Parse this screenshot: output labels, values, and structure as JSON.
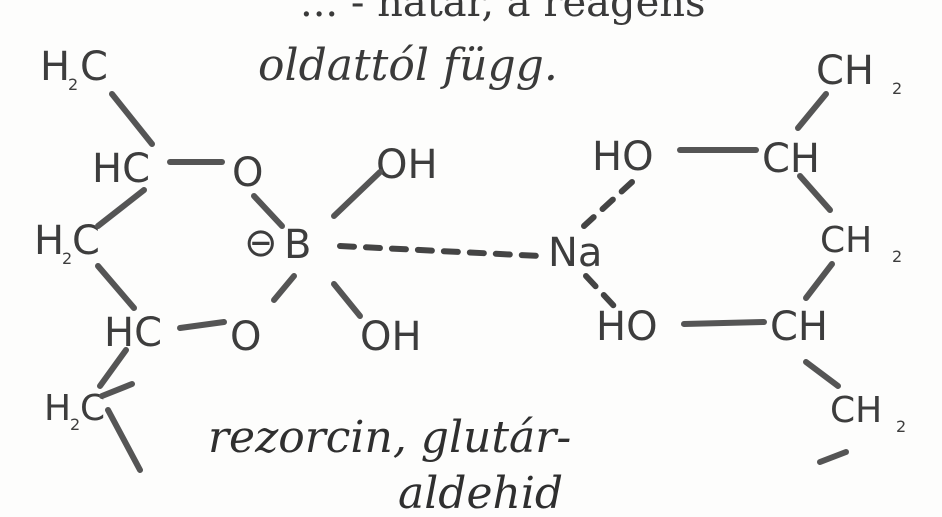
{
  "top_note": {
    "line1_partial": "... - határ, a reagens",
    "line2": "oldattól függ."
  },
  "left_molecule": {
    "h2c_top": "H",
    "h2c_top_sub": "2",
    "h2c_top_c": "C",
    "hc_upper": "HC",
    "h2c_mid": "H",
    "h2c_mid_sub": "2",
    "h2c_mid_c": "C",
    "hc_lower": "HC",
    "h2c_bottom": "H",
    "h2c_bottom_sub": "2",
    "h2c_bottom_c": "C",
    "o_upper": "O",
    "o_lower": "O",
    "boron": "B",
    "charge": "⊖",
    "oh_upper": "OH",
    "oh_lower": "OH"
  },
  "counter_ion": "Na",
  "right_molecule": {
    "ch2_top": "CH",
    "ch2_top_sub": "2",
    "ho_upper": "HO",
    "ch_upper": "CH",
    "ch2_mid": "CH",
    "ch2_mid_sub": "2",
    "ho_lower": "HO",
    "ch_lower": "CH",
    "ch2_bottom": "CH",
    "ch2_bottom_sub": "2"
  },
  "bottom_note": {
    "line1": "rezorcin, glutár-",
    "line2": "aldehid"
  }
}
